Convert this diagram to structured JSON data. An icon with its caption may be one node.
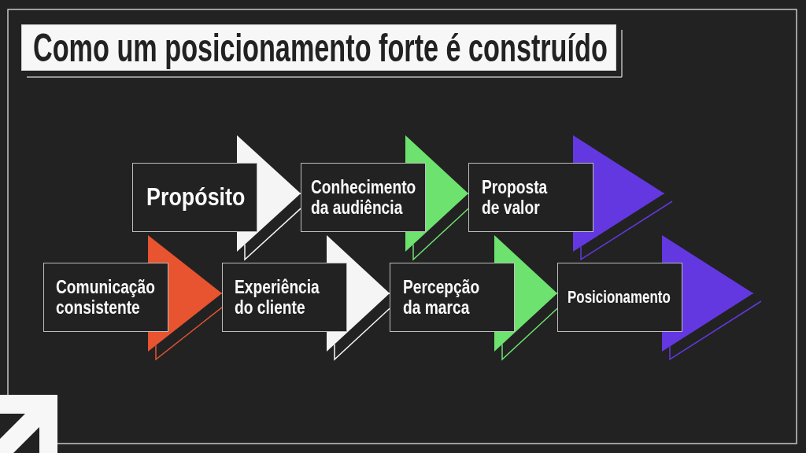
{
  "diagram": {
    "title": "Como um posicionamento forte é construído",
    "nodes": [
      {
        "text": [
          "Propósito"
        ]
      },
      {
        "text": [
          "Conhecimento da audiência"
        ]
      },
      {
        "text": [
          "Proposta de valor"
        ]
      },
      {
        "text": [
          "Comunicação consistente"
        ]
      },
      {
        "text": [
          "Experiência do cliente"
        ]
      },
      {
        "text": [
          "Percepção da marca"
        ]
      },
      {
        "text": [
          "Posicionamento"
        ]
      }
    ],
    "edges": [
      {
        "from": 0,
        "to": 1,
        "arrow": "to",
        "color": "#f5f5f5"
      },
      {
        "from": 1,
        "to": 2,
        "arrow": "to",
        "color": "#6ee26e"
      },
      {
        "from": 2,
        "to": null,
        "arrow": "to",
        "color": "#6338e0"
      },
      {
        "from": 3,
        "to": 4,
        "arrow": "to",
        "color": "#e85430"
      },
      {
        "from": 4,
        "to": 5,
        "arrow": "to",
        "color": "#f5f5f5"
      },
      {
        "from": 5,
        "to": 6,
        "arrow": "to",
        "color": "#6ee26e"
      },
      {
        "from": 6,
        "to": null,
        "arrow": "to",
        "color": "#6338e0"
      }
    ]
  }
}
